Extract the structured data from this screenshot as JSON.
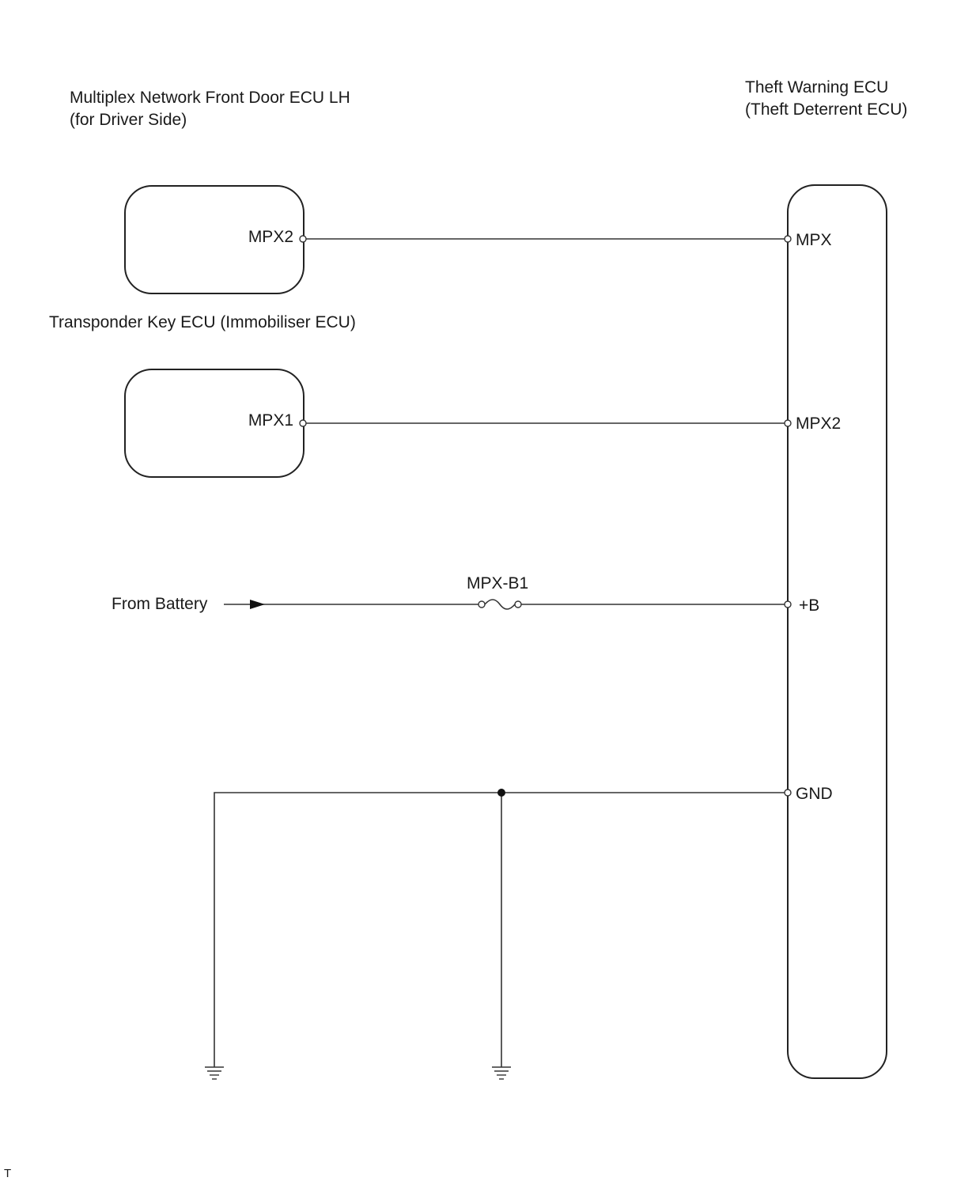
{
  "components": {
    "door_ecu": {
      "title_line1": "Multiplex Network Front Door ECU LH",
      "title_line2": "(for Driver Side)",
      "terminal": "MPX2"
    },
    "transponder_ecu": {
      "title": "Transponder Key ECU (Immobiliser ECU)",
      "terminal": "MPX1"
    },
    "theft_ecu": {
      "title_line1": "Theft Warning ECU",
      "title_line2": "(Theft Deterrent ECU)",
      "terminals": [
        "MPX",
        "MPX2",
        "+B",
        "GND"
      ]
    }
  },
  "supply": {
    "source_label": "From Battery",
    "fuse_label": "MPX-B1"
  },
  "corner_mark": "T"
}
